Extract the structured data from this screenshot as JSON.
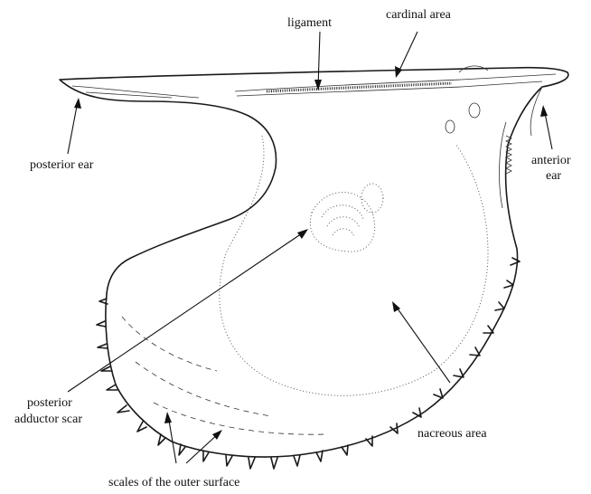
{
  "labels": {
    "ligament": "ligament",
    "cardinal_area": "cardinal area",
    "posterior_ear": "posterior ear",
    "anterior_ear_1": "anterior",
    "anterior_ear_2": "ear",
    "posterior_adductor_scar_1": "posterior",
    "posterior_adductor_scar_2": "adductor scar",
    "nacreous_area": "nacreous area",
    "scales_outer_surface": "scales of the outer surface"
  }
}
